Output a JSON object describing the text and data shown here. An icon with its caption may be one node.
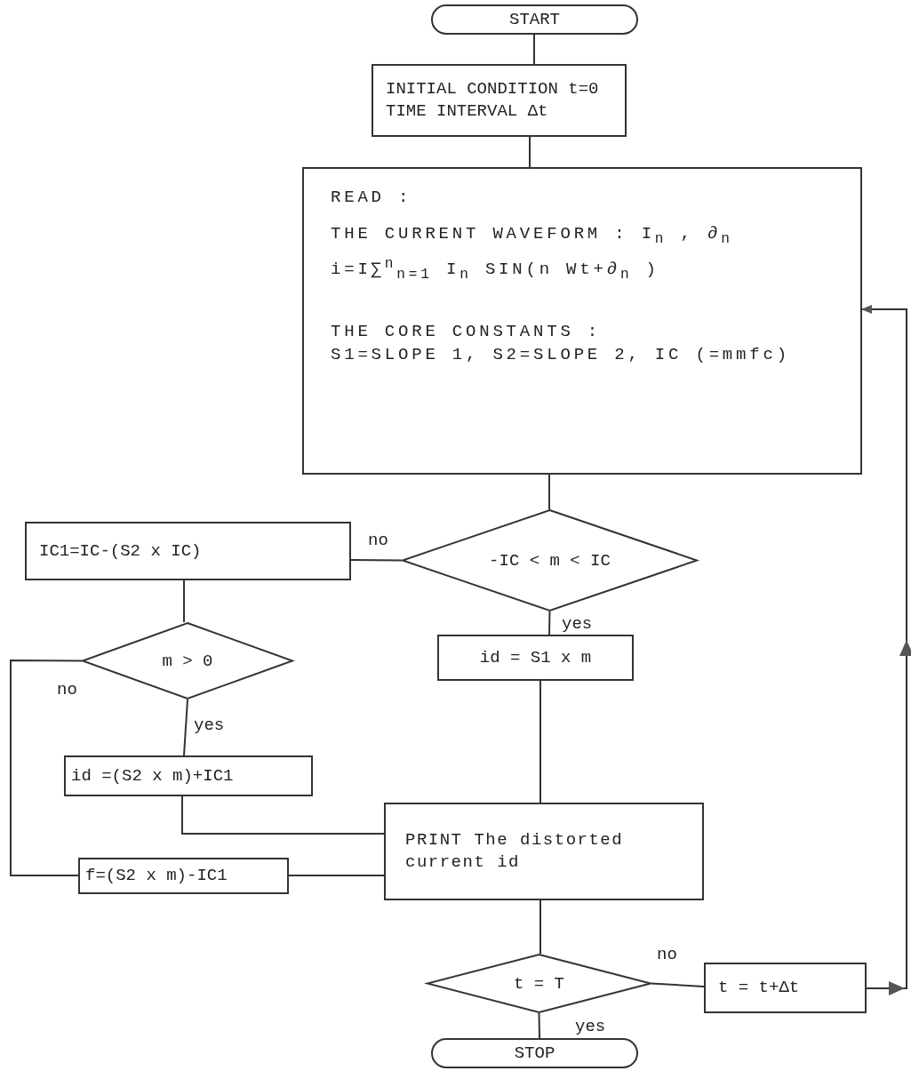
{
  "diagram": {
    "nodes": [
      {
        "text": [
          "START"
        ]
      },
      {
        "text": [
          "INITIAL CONDITION t=0",
          "TIME INTERVAL Δt"
        ]
      },
      {
        "text": [
          "READ :",
          "THE CURRENT WAVEFORM : I$_{n}$ , ∂$_{n}$",
          "i=I∑$^{n}$$_{n=1}$ I$_{n}$ SIN(n Wt+∂$_{n}$ )",
          "THE CORE CONSTANTS :",
          "S1=SLOPE 1, S2=SLOPE 2, IC (=mmfc)"
        ]
      },
      {
        "text": [
          "IC1=IC-(S2 x IC)"
        ]
      },
      {
        "text": [
          "-IC < m < IC"
        ]
      },
      {
        "text": [
          "m > 0"
        ]
      },
      {
        "text": [
          "id = S1 x m"
        ]
      },
      {
        "text": [
          "id =(S2 x m)+IC1"
        ]
      },
      {
        "text": [
          "PRINT The distorted current id"
        ]
      },
      {
        "text": [
          "f=(S2 x m)-IC1"
        ]
      },
      {
        "text": [
          "t = T"
        ]
      },
      {
        "text": [
          "t = t+Δt"
        ]
      },
      {
        "text": [
          "STOP"
        ]
      }
    ],
    "edges": [
      {
        "from": 0,
        "to": 1,
        "arrow": "none"
      },
      {
        "from": 1,
        "to": 2,
        "arrow": "none"
      },
      {
        "from": 2,
        "to": 4,
        "arrow": "none"
      },
      {
        "from": 4,
        "to": 3,
        "arrow": "none",
        "label": "no"
      },
      {
        "from": 4,
        "to": 6,
        "arrow": "none",
        "label": "yes"
      },
      {
        "from": 3,
        "to": 5,
        "arrow": "none"
      },
      {
        "from": 5,
        "to": 7,
        "arrow": "none",
        "label": "yes"
      },
      {
        "from": 5,
        "to": 9,
        "arrow": "none",
        "label": "no"
      },
      {
        "from": 7,
        "to": 8,
        "arrow": "none"
      },
      {
        "from": 9,
        "to": 8,
        "arrow": "none"
      },
      {
        "from": 6,
        "to": 8,
        "arrow": "none"
      },
      {
        "from": 8,
        "to": 10,
        "arrow": "none"
      },
      {
        "from": 10,
        "to": 11,
        "arrow": "none",
        "label": "no"
      },
      {
        "from": 10,
        "to": 12,
        "arrow": "none",
        "label": "yes"
      },
      {
        "from": 11,
        "to": 2,
        "arrow": "to"
      }
    ]
  }
}
